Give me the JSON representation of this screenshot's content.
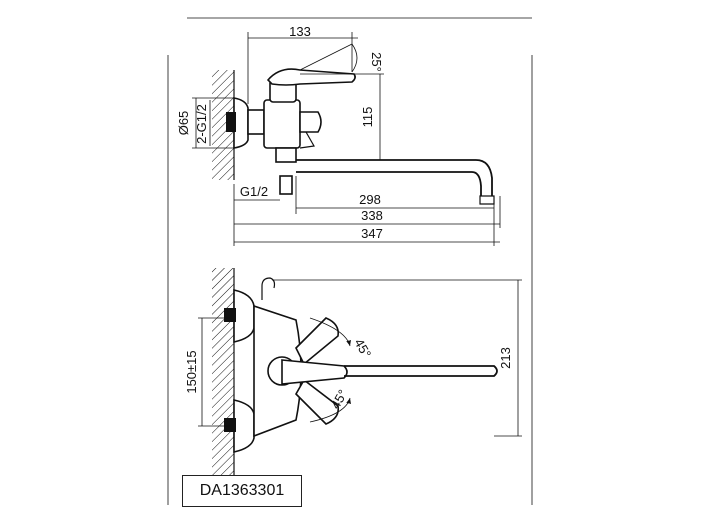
{
  "model_code": "DA1363301",
  "side_view": {
    "dim_handle_reach": "133",
    "dim_handle_angle": "25°",
    "dim_handle_height": "115",
    "dim_mount_diameter": "Ø65",
    "dim_inlet_thread": "2-G1/2",
    "dim_outlet_thread": "G1/2",
    "dim_spout_298": "298",
    "dim_spout_338": "338",
    "dim_total_347": "347"
  },
  "front_view": {
    "dim_center_spacing": "150±15",
    "dim_height_213": "213",
    "dim_angle_upper": "45°",
    "dim_angle_lower": "45°"
  }
}
